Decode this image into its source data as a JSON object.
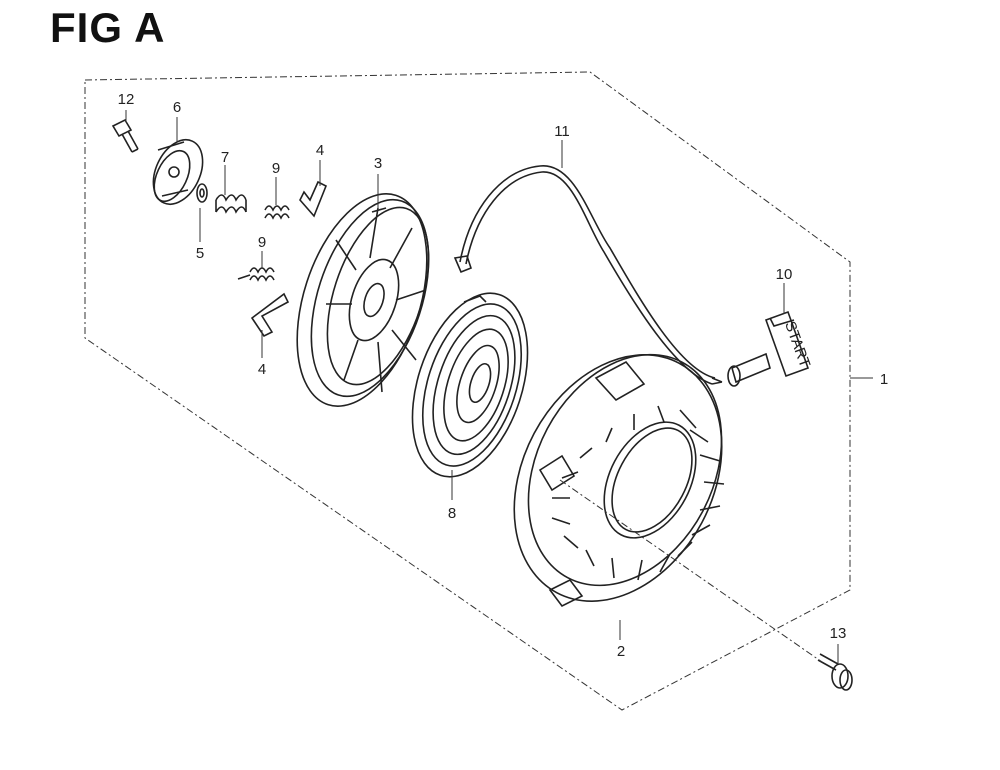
{
  "figure": {
    "title": "FIG A"
  },
  "callouts": [
    "1",
    "2",
    "3",
    "4",
    "4",
    "5",
    "6",
    "7",
    "8",
    "9",
    "9",
    "10",
    "11",
    "12",
    "13"
  ],
  "handle_text": "START"
}
